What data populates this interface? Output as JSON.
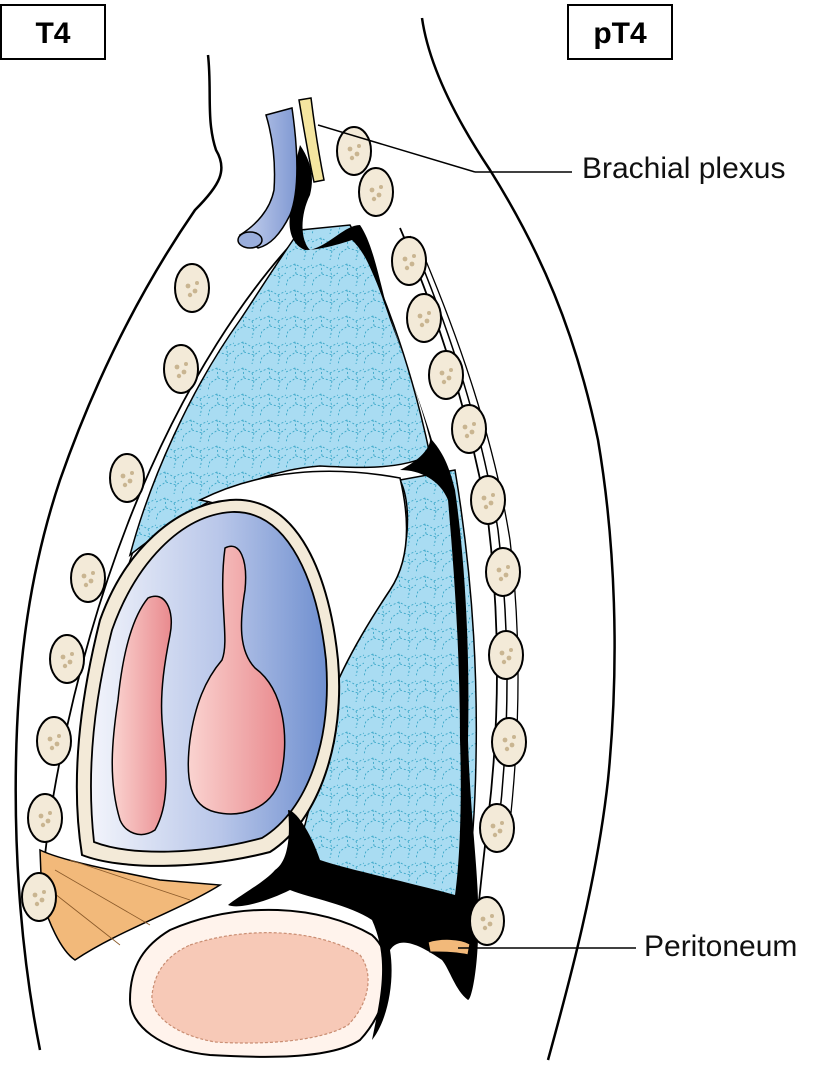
{
  "labels": {
    "left_stage": "T4",
    "right_stage": "pT4"
  },
  "callouts": {
    "brachial_plexus": "Brachial plexus",
    "peritoneum": "Peritoneum"
  },
  "colors": {
    "lung": "#a9dcf2",
    "heart_outer": "#b9c7e6",
    "heart_inner": "#f1a4a4",
    "tumor": "#000000",
    "rib": "#f3ead8",
    "diaphragm_fat": "#f2b97a",
    "vessel": "#9aaedc",
    "nerve": "#f5e6a0",
    "bowel": "#f7c9b7"
  }
}
